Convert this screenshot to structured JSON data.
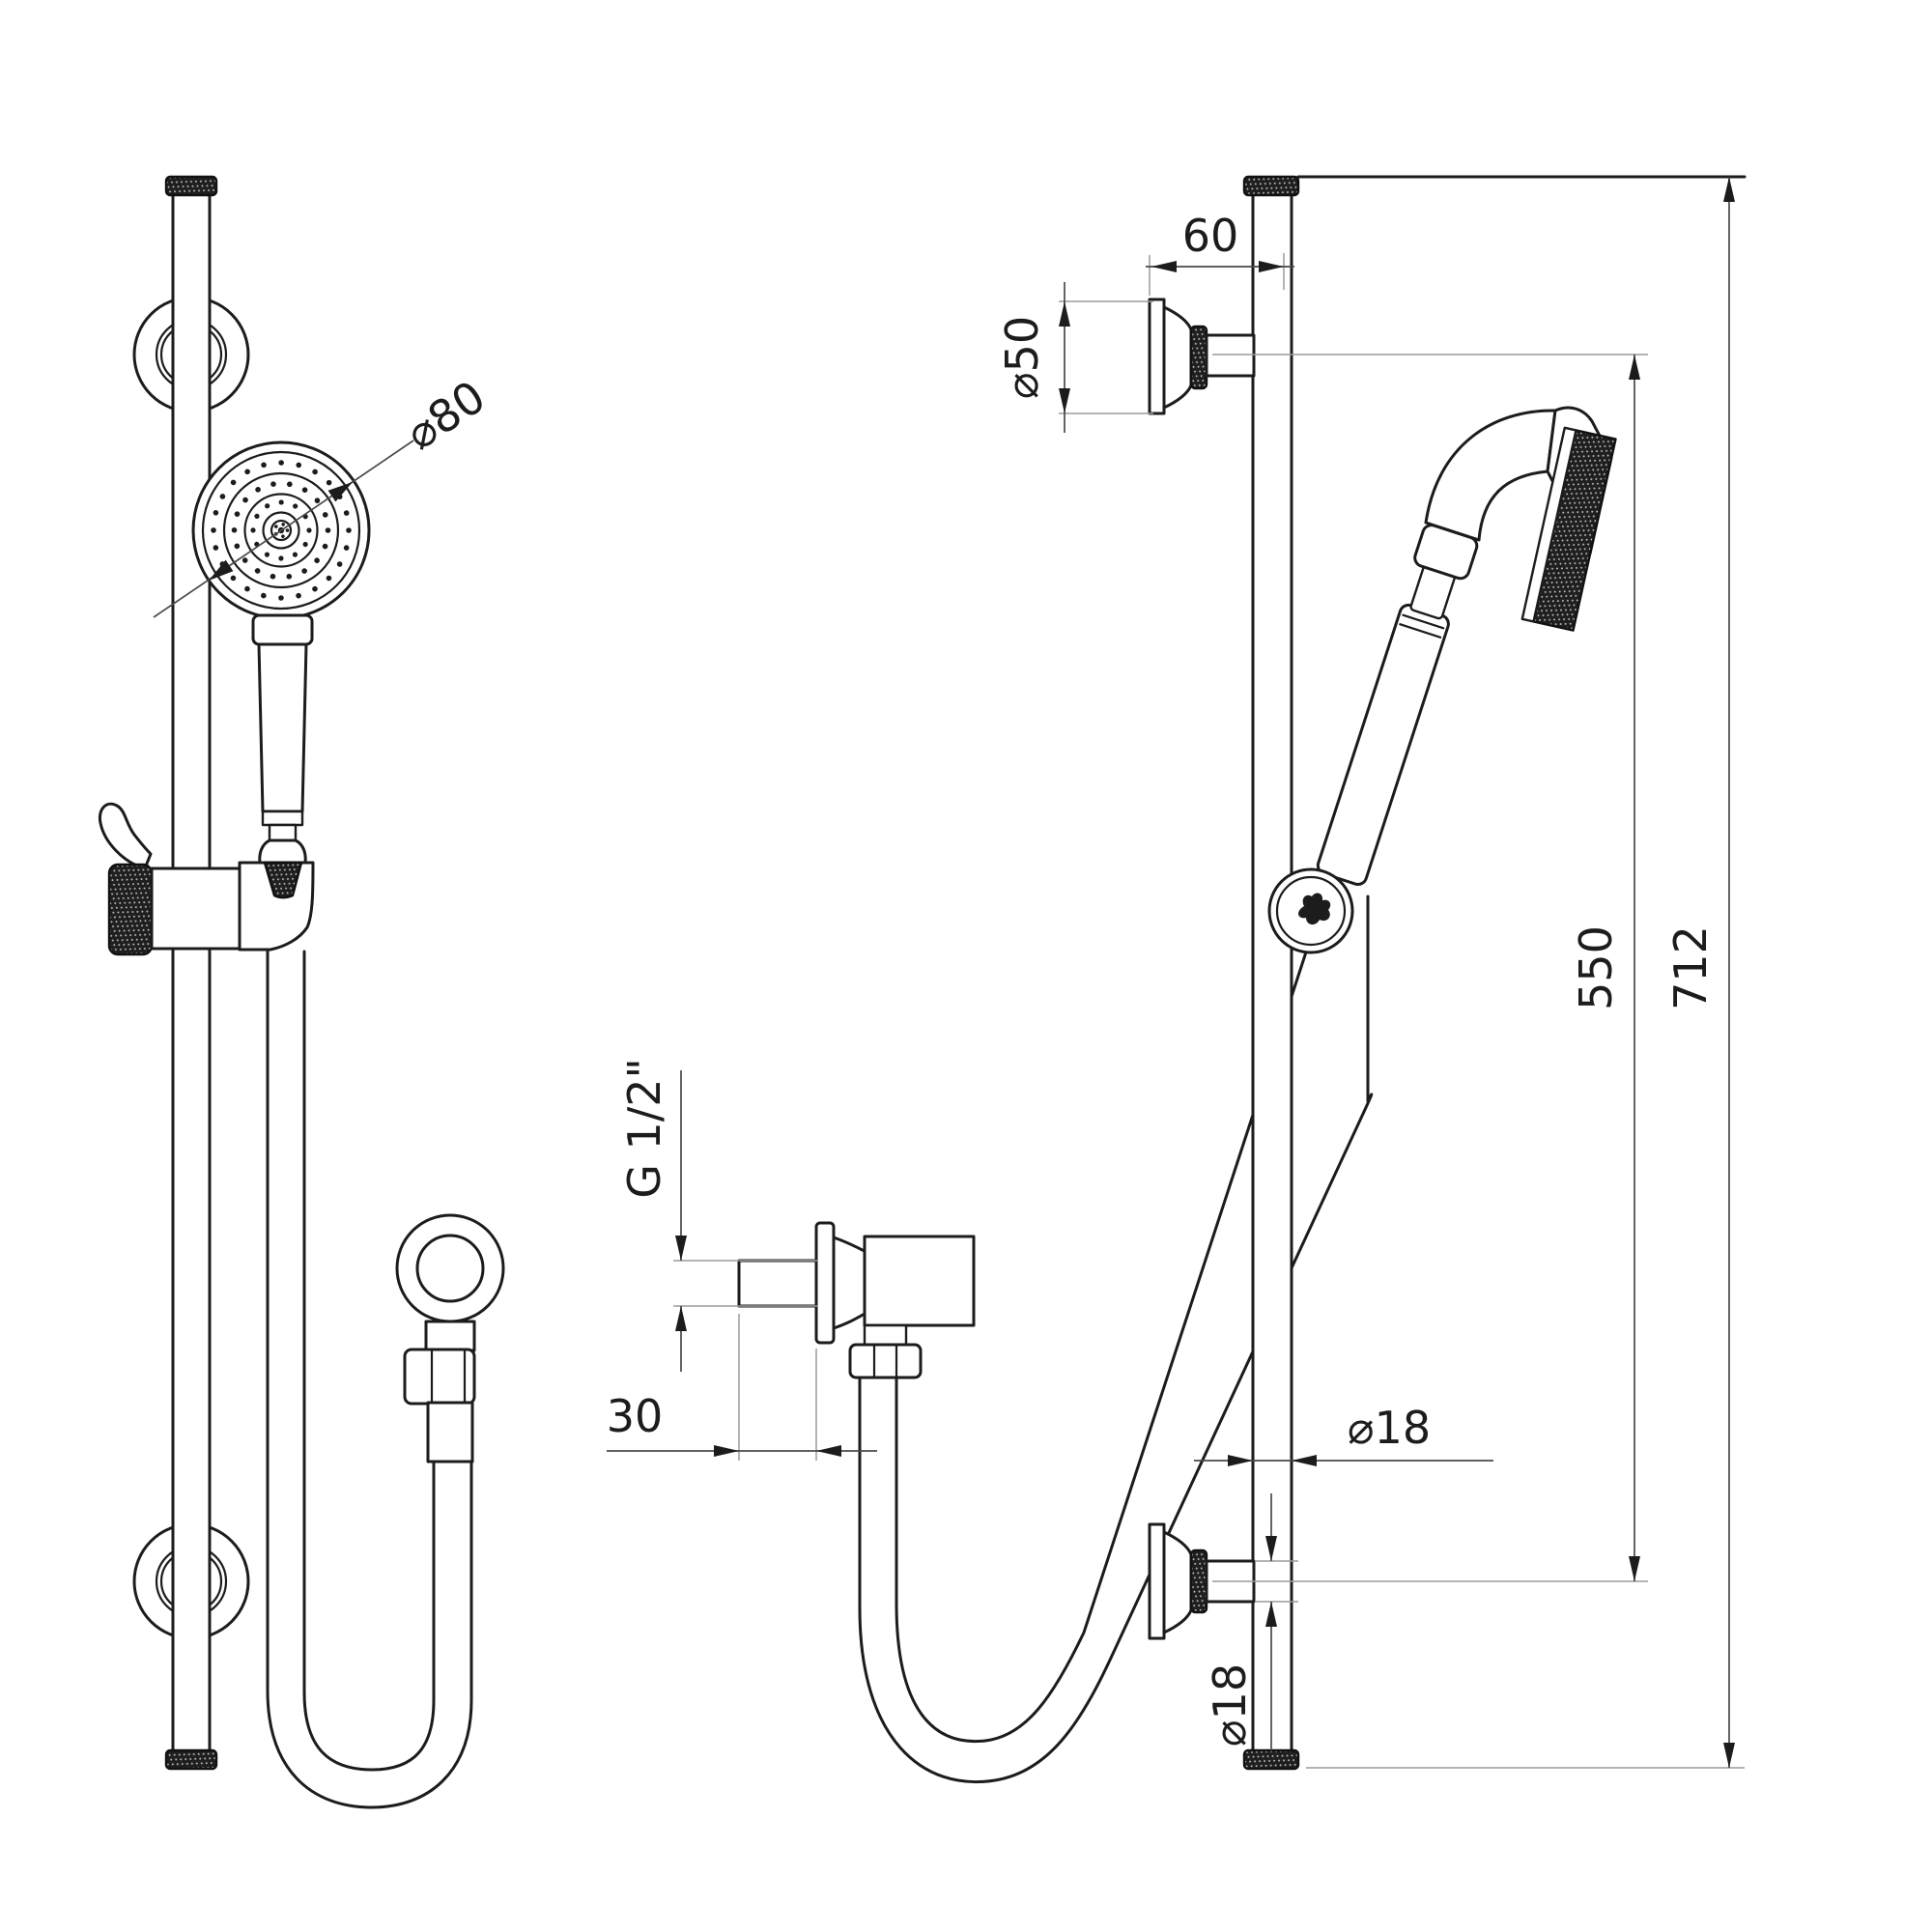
{
  "drawing": {
    "kind": "technical dimension drawing",
    "subject": "shower slide rail set with hand shower, hose and wall outlet elbow",
    "views": [
      "front view",
      "side view",
      "wall outlet detail"
    ],
    "colors": {
      "line": "#1c1c1c",
      "dimension": "#4a4a4a",
      "extension": "#9b9b9b",
      "background": "#ffffff"
    },
    "labels": {
      "bracket_projection": "60",
      "bracket_flange_diameter": "⌀50",
      "handshower_head_diameter": "⌀80",
      "inlet_thread": "G 1/2\"",
      "outlet_projection": "30",
      "rail_diameter": "⌀18",
      "bracket_neck_diameter": "⌀18",
      "bracket_spacing": "550",
      "overall_length": "712"
    }
  }
}
